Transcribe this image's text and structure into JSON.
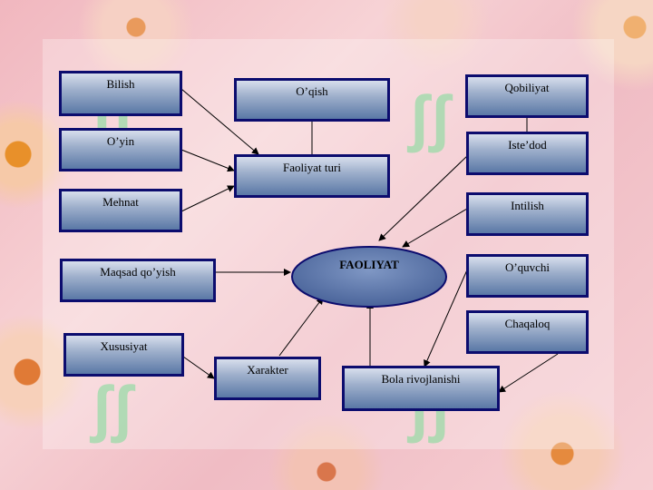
{
  "nodes": {
    "bilish": "Bilish",
    "oyin": "O’yin",
    "mehnat": "Mehnat",
    "oqish": "O’qish",
    "faoliyat_turi": "Faoliyat turi",
    "qobiliyat": "Qobiliyat",
    "istedod": "Iste’dod",
    "intilish": "Intilish",
    "maqsad": "Maqsad qo’yish",
    "faoliyat": "FAOLIYAT",
    "oquvchi": "O’quvchi",
    "chaqaloq": "Chaqaloq",
    "xususiyat": "Xususiyat",
    "xarakter": "Xarakter",
    "bola": "Bola rivojlanishi"
  },
  "colors": {
    "box_border": "#0c0c6e",
    "ellipse_fill": "#5a74a8",
    "ellipse_stroke": "#0c0c6e",
    "arrow": "#000000"
  }
}
